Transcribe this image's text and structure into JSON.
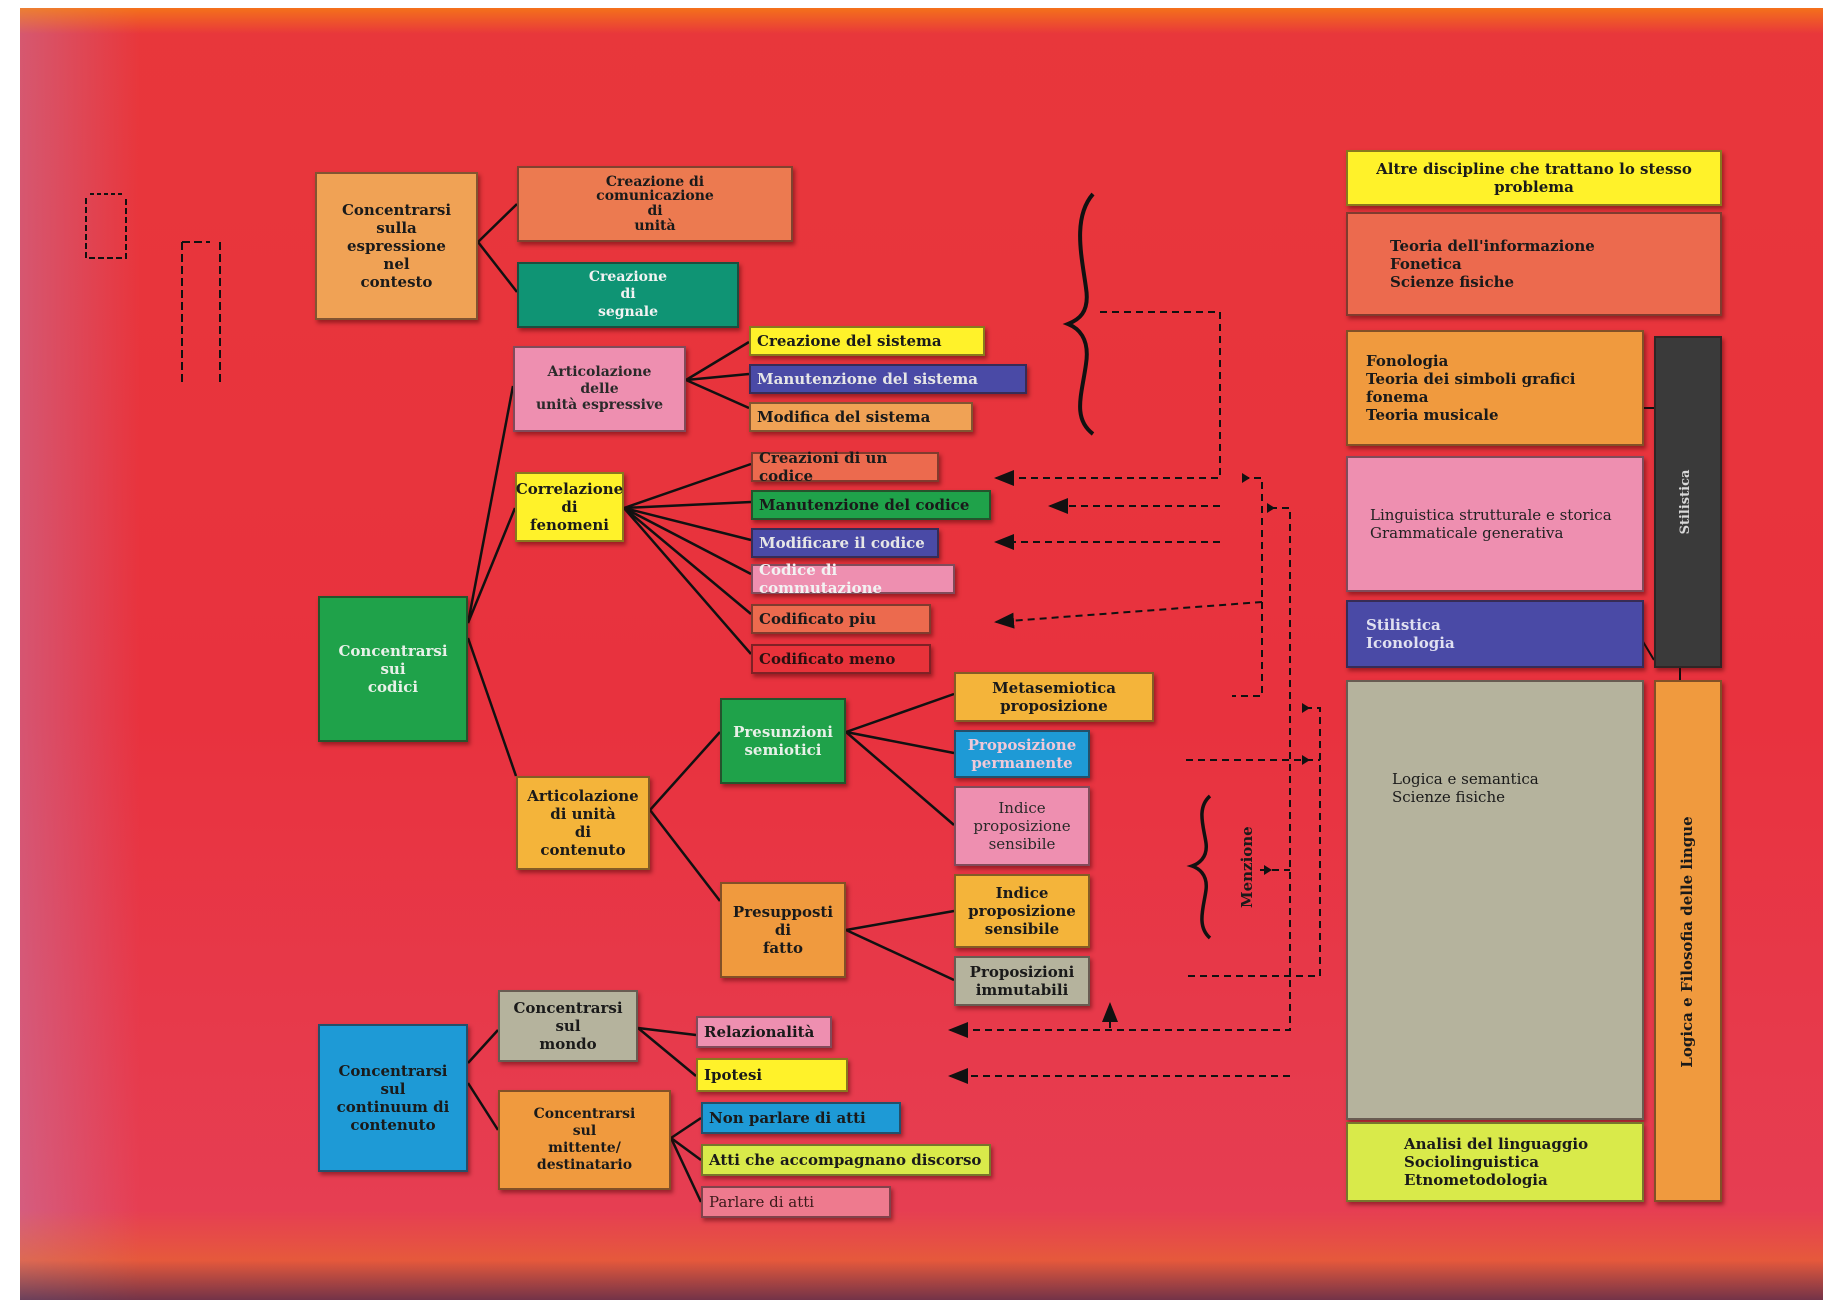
{
  "colors": {
    "background": "#e8373b",
    "orange": "#f09a3e",
    "yellow": "#fff22a",
    "green": "#1fa24a",
    "teal": "#0f9474",
    "blue": "#1e9ad6",
    "purple": "#4a4aa6",
    "pink": "#ee8fb0",
    "salmon": "#ec6a4e",
    "red": "#e8323a",
    "olive": "#c8cf47",
    "lime": "#d9ea4a",
    "gray": "#b5b39d",
    "dark": "#3a3a3a"
  },
  "boxes": {
    "concentrarsi_espressione": "Concentrarsi\nsulla\nespressione\nnel\ncontesto",
    "creazione_comunicazione": "Creazione di\ncomunicazione\ndi\nunità",
    "creazione_segnale": "Creazione\ndi\nsegnale",
    "articolazione_espressive": "Articolazione\ndelle\nunità espressive",
    "creazione_sistema": "Creazione del sistema",
    "manutenzione_sistema": "Manutenzione del sistema",
    "modifica_sistema": "Modifica del sistema",
    "correlazione_fenomeni": "Correlazione\ndi\nfenomeni",
    "creazioni_codice": "Creazioni di un codice",
    "manutenzione_codice": "Manutenzione del codice",
    "modificare_codice": "Modificare il codice",
    "codice_commutazione": "Codice di commutazione",
    "codificato_piu": "Codificato piu",
    "codificato_meno": "Codificato meno",
    "concentrarsi_codici": "Concentrarsi\nsui\ncodici",
    "metasemiotica": "Metasemiotica\nproposizione",
    "presunzioni_semiotici": "Presunzioni\nsemiotici",
    "proposizione_permanente": "Proposizione\npermanente",
    "articolazione_contenuto": "Articolazione\ndi unità\ndi\ncontenuto",
    "indice_sensibile_1": "Indice\nproposizione\nsensibile",
    "presupposti_fatto": "Presupposti\ndi\nfatto",
    "indice_sensibile_2": "Indice\nproposizione\nsensibile",
    "proposizioni_immutabili": "Proposizioni\nimmutabili",
    "menzione": "Menzione",
    "concentrarsi_mondo": "Concentrarsi\nsul\nmondo",
    "relazionalita": "Relazionalità",
    "ipotesi": "Ipotesi",
    "concentrarsi_continuum": "Concentrarsi\nsul\ncontinuum di\ncontenuto",
    "concentrarsi_mittente": "Concentrarsi\nsul\nmittente/ destinatario",
    "non_parlare_atti": "Non parlare di atti",
    "atti_accompagnano": "Atti che accompagnano discorso",
    "parlare_atti": "Parlare di atti"
  },
  "disciplines": {
    "header": "Altre discipline che trattano lo stesso problema",
    "d1": "Teoria dell'informazione\nFonetica\nScienze fisiche",
    "d2": "Fonologia\nTeoria dei simboli grafici fonema\nTeoria musicale",
    "d3": "Linguistica strutturale e storica\nGrammaticale generativa",
    "d4": "Stilistica\nIconologia",
    "d5": "Logica e semantica\nScienze fisiche",
    "d6": "Analisi del linguaggio\nSociolinguistica\nEtnometodologia",
    "side_stilistica": "Stilistica",
    "side_logica": "Logica e Filosofia delle lingue"
  }
}
